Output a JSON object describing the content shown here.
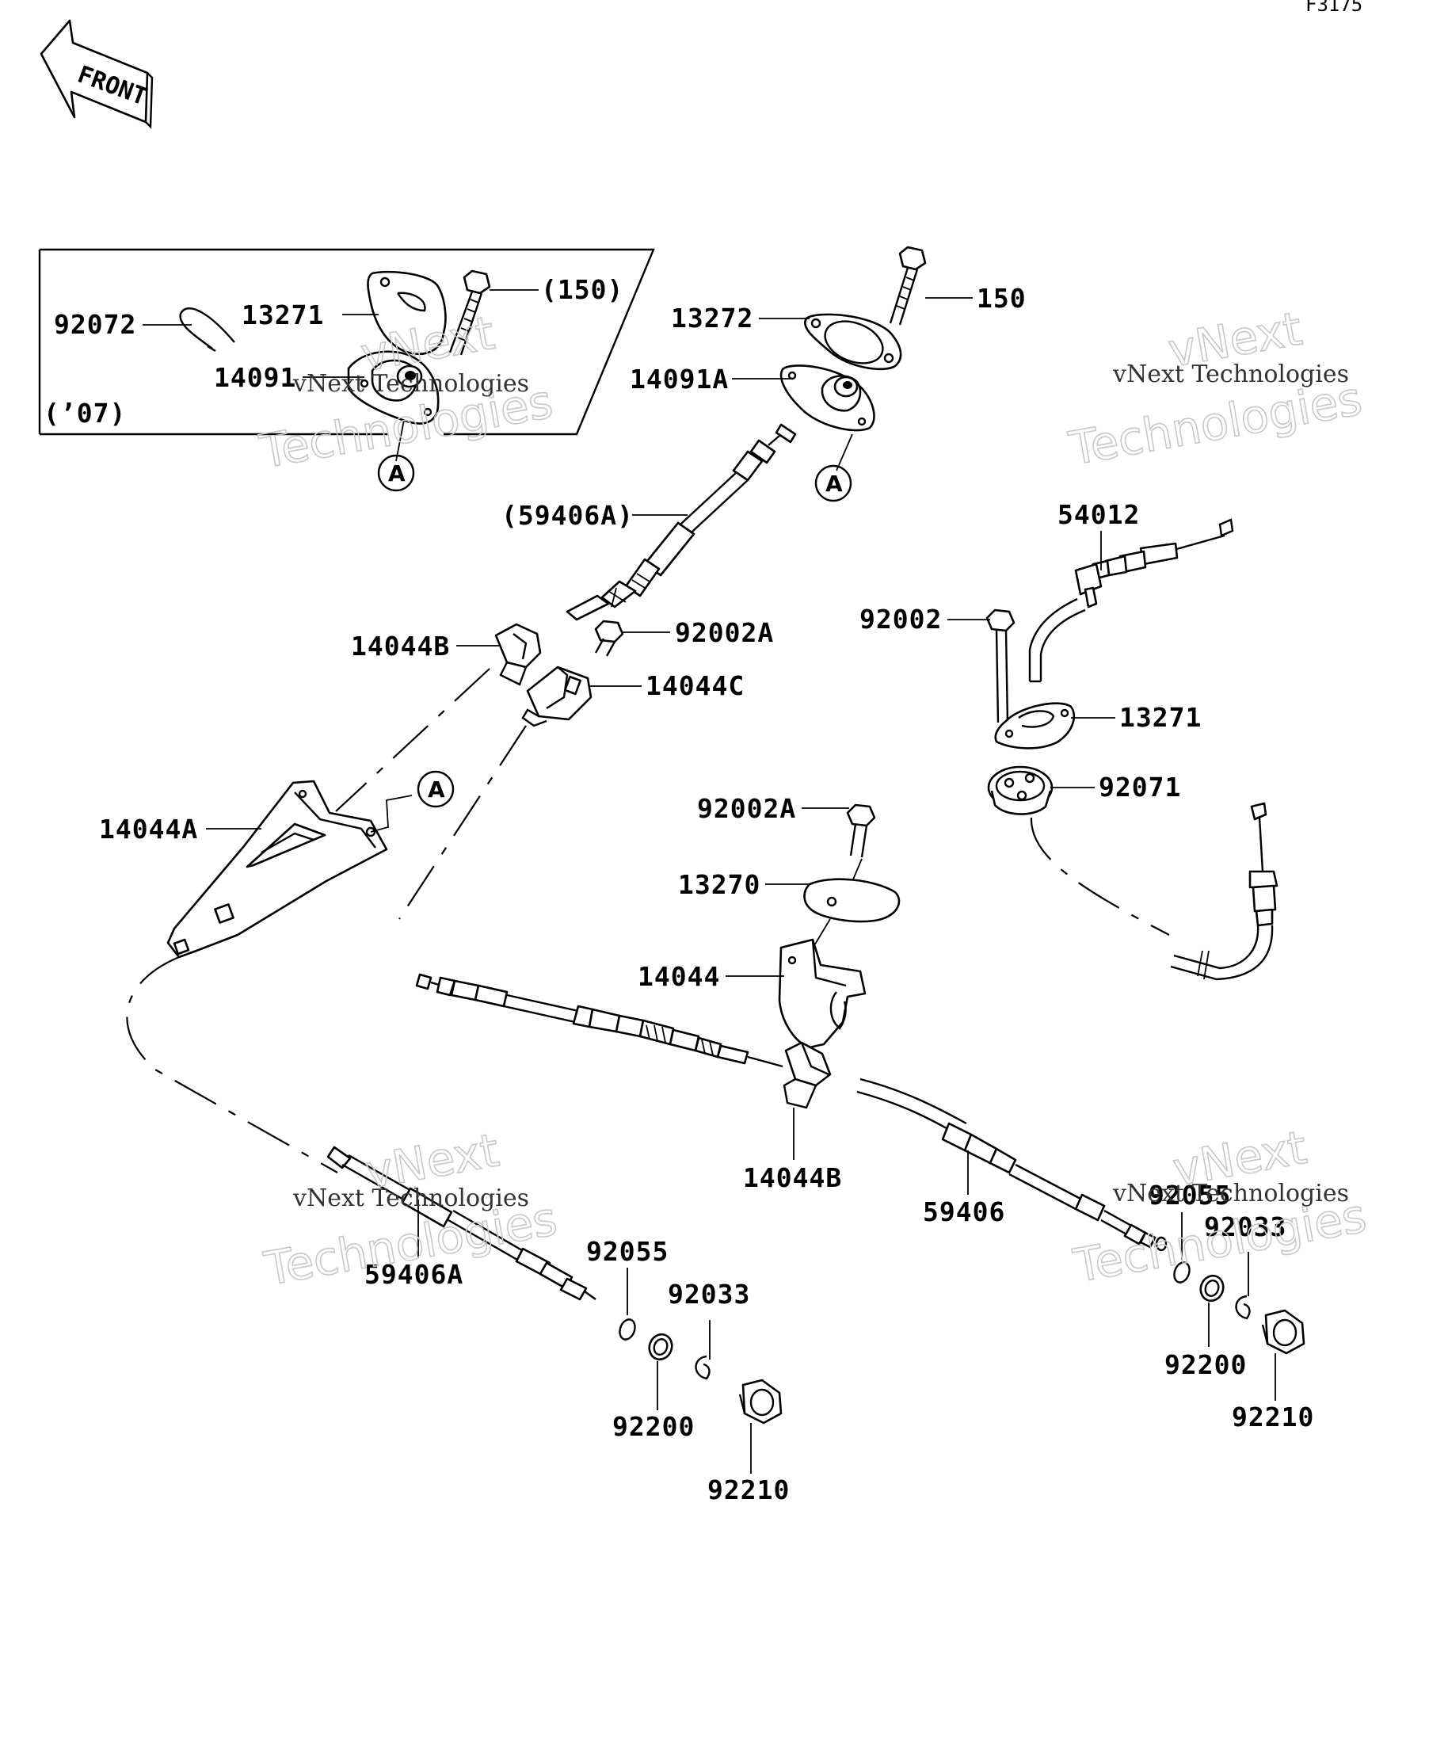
{
  "diagram_code": "F3175",
  "front_label": "FRONT",
  "watermark": {
    "line1": "vNext Technologies",
    "line2_a": "vNext",
    "line2_b": "Technologies"
  },
  "inset": {
    "year_label": "(’07)",
    "parts": {
      "p92072": "92072",
      "p13271": "13271",
      "p150": "(150)",
      "p14091": "14091",
      "callout": "A"
    }
  },
  "parts": {
    "p13272": "13272",
    "p150": "150",
    "p14091A": "14091A",
    "calloutA1": "A",
    "p59406A_top": "(59406A)",
    "p14044B_top": "14044B",
    "p92002A_top": "92002A",
    "p14044C": "14044C",
    "calloutA2": "A",
    "p14044A": "14044A",
    "p54012": "54012",
    "p92002": "92002",
    "p13271": "13271",
    "p92071": "92071",
    "p92002A_mid": "92002A",
    "p13270": "13270",
    "p14044": "14044",
    "p14044B_bot": "14044B",
    "p59406": "59406",
    "p59406A_bot": "59406A",
    "p92055_l": "92055",
    "p92033_l": "92033",
    "p92200_l": "92200",
    "p92210_l": "92210",
    "p92055_r": "92055",
    "p92033_r": "92033",
    "p92200_r": "92200",
    "p92210_r": "92210"
  }
}
